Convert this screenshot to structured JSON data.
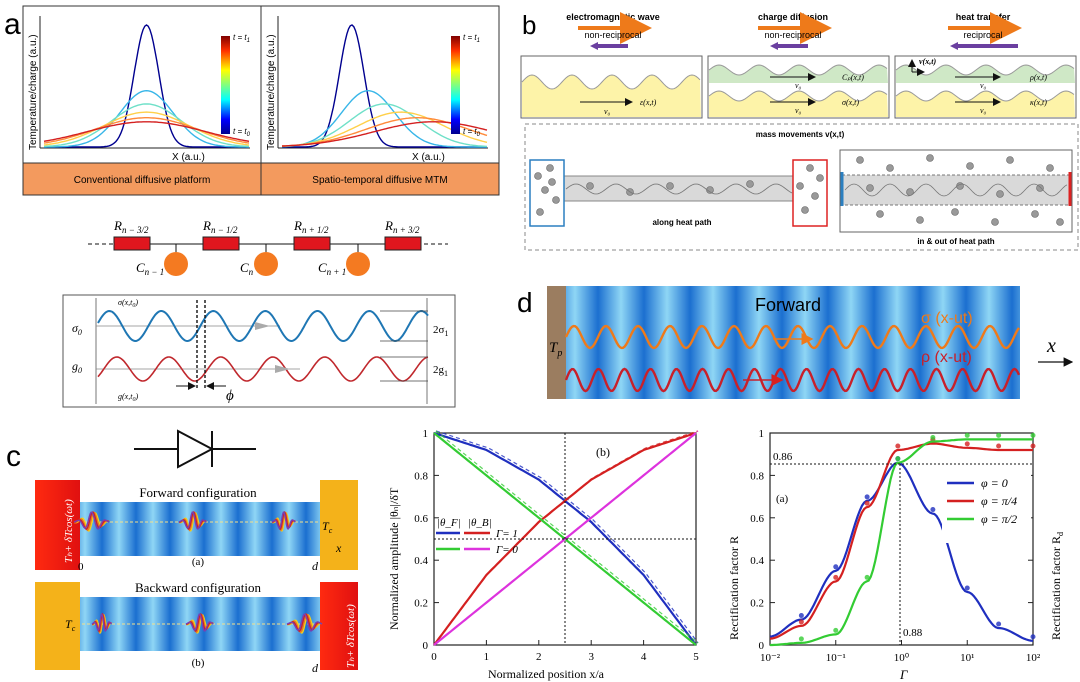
{
  "panel_letters": {
    "a": "a",
    "b": "b",
    "c": "c",
    "d": "d"
  },
  "panel_a": {
    "ylabel": "Temperature/charge (a.u.)",
    "xlabel": "X (a.u.)",
    "colorbar_top": "t = t",
    "colorbar_top_sub": "1",
    "colorbar_bottom": "t = t",
    "colorbar_bottom_sub": "0",
    "left_caption": "Conventional diffusive platform",
    "right_caption": "Spatio-temporal diffusive MTM",
    "circuit": {
      "resistors": [
        "R",
        "R",
        "R",
        "R"
      ],
      "resistor_subs": [
        "n − 3/2",
        "n − 1/2",
        "n + 1/2",
        "n + 3/2"
      ],
      "capacitors": [
        "C",
        "C",
        "C"
      ],
      "capacitor_subs": [
        "n − 1",
        "n",
        "n + 1"
      ]
    },
    "waves": {
      "sigma_top": "σ(x,t",
      "sigma_top_sub": "0",
      "sigma0": "σ",
      "sigma0_sub": "0",
      "g0": "g",
      "g0_sub": "0",
      "g_bottom": "g(x,t",
      "g_bottom_sub": "0",
      "two_sigma": "2σ",
      "two_sigma_sub": "1",
      "two_g": "2g",
      "two_g_sub": "1",
      "phi": "ϕ"
    }
  },
  "panel_b": {
    "headers": [
      "electromagnetic wave",
      "charge diffusion",
      "heat transfer"
    ],
    "subheaders": [
      "non-reciprocal",
      "non-reciprocal",
      "reciprocal"
    ],
    "box1": {
      "field": "ε(x,t)",
      "v": "v₀"
    },
    "box2": {
      "field_top": "Cₚ(x,t)",
      "field_bottom": "σ(x,t)",
      "v": "v₀"
    },
    "box3": {
      "vel": "v(x,t)",
      "field_top": "ρ(x,t)",
      "field_bottom": "κ(x,t)",
      "v": "v₀"
    },
    "mass_title": "mass movements v(x,t)",
    "along_label": "along heat path",
    "inout_label": "in & out of heat path"
  },
  "panel_d": {
    "tp": "T",
    "tp_sub": "p",
    "forward": "Forward",
    "sigma": "σ (x-ut)",
    "rho": "ρ (x-ut)",
    "x": "x"
  },
  "panel_c": {
    "forward_title": "Forward configuration",
    "backward_title": "Backward configuration",
    "sub_a": "(a)",
    "sub_b": "(b)",
    "left_source": "Tₕ+ δTcos(ωt)",
    "right_source": "Tₕ+ δTcos(ωt)",
    "tc": "T",
    "tc_sub": "c",
    "zero": "0",
    "d": "d",
    "x": "x"
  },
  "chart_middle": {
    "panel_label": "(b)",
    "ylabel": "Normalized amplitude  |θₙ|/δT",
    "xlabel": "Normalized position  x/a",
    "legend_theta_F": "|θ_F|",
    "legend_theta_B": "|θ_B|",
    "legend_gamma1": "Γ= 1",
    "legend_gamma0": "Γ= 0",
    "x_ticks": [
      "0",
      "1",
      "2",
      "3",
      "4",
      "5"
    ],
    "y_ticks": [
      "0",
      "0.2",
      "0.4",
      "0.6",
      "0.8",
      "1"
    ]
  },
  "chart_right": {
    "panel_label": "(a)",
    "ylabel_left": "Rectification factor R",
    "ylabel_right": "Rectification factor R",
    "ylabel_right_sub": "d",
    "xlabel": "Γ",
    "annot_086": "0.86",
    "annot_088": "0.88",
    "legend": [
      "φ = 0",
      "φ = π/4",
      "φ = π/2"
    ],
    "x_ticks": [
      "10⁻²",
      "10⁻¹",
      "10⁰",
      "10¹",
      "10²"
    ],
    "y_ticks": [
      "0",
      "0.2",
      "0.4",
      "0.6",
      "0.8",
      "1"
    ]
  },
  "chart_data": [
    {
      "type": "line",
      "title": "",
      "xlabel": "X (a.u.)",
      "ylabel": "Temperature/charge (a.u.)",
      "note": "Conventional diffusive platform: Gaussian spreading, peak stays centered"
    },
    {
      "type": "line",
      "title": "",
      "xlabel": "Normalized position x/a",
      "ylabel": "Normalized amplitude |θn|/δT",
      "xlim": [
        0,
        5
      ],
      "ylim": [
        0,
        1
      ],
      "series": [
        {
          "name": "|θF| Γ=1",
          "color": "#1f2fbf",
          "x": [
            0,
            1,
            2,
            3,
            4,
            5
          ],
          "y": [
            1.0,
            0.92,
            0.78,
            0.58,
            0.33,
            0.0
          ]
        },
        {
          "name": "|θB| Γ=1",
          "color": "#d42020",
          "x": [
            0,
            1,
            2,
            3,
            4,
            5
          ],
          "y": [
            0.0,
            0.33,
            0.58,
            0.78,
            0.92,
            1.0
          ]
        },
        {
          "name": "|θF| Γ=0",
          "color": "#33cc33",
          "x": [
            0,
            1,
            2,
            3,
            4,
            5
          ],
          "y": [
            1.0,
            0.8,
            0.6,
            0.4,
            0.2,
            0.0
          ]
        },
        {
          "name": "|θB| Γ=0",
          "color": "#dd33dd",
          "x": [
            0,
            1,
            2,
            3,
            4,
            5
          ],
          "y": [
            0.0,
            0.2,
            0.4,
            0.6,
            0.8,
            1.0
          ]
        }
      ]
    },
    {
      "type": "line",
      "title": "",
      "xlabel": "Γ",
      "ylabel": "Rectification factor R",
      "xscale": "log",
      "xlim": [
        0.01,
        100
      ],
      "ylim": [
        0,
        1
      ],
      "series": [
        {
          "name": "φ = 0",
          "color": "#1f2fbf",
          "x": [
            0.01,
            0.03,
            0.1,
            0.3,
            0.88,
            3,
            10,
            30,
            100
          ],
          "y": [
            0.04,
            0.12,
            0.35,
            0.68,
            0.86,
            0.62,
            0.25,
            0.08,
            0.02
          ]
        },
        {
          "name": "φ = π/4",
          "color": "#d42020",
          "x": [
            0.01,
            0.03,
            0.1,
            0.3,
            0.88,
            3,
            10,
            30,
            100
          ],
          "y": [
            0.03,
            0.09,
            0.3,
            0.65,
            0.92,
            0.95,
            0.93,
            0.92,
            0.92
          ]
        },
        {
          "name": "φ = π/2",
          "color": "#33cc33",
          "x": [
            0.01,
            0.03,
            0.1,
            0.3,
            0.88,
            3,
            10,
            30,
            100
          ],
          "y": [
            0.0,
            0.01,
            0.05,
            0.3,
            0.86,
            0.96,
            0.97,
            0.97,
            0.97
          ]
        }
      ]
    }
  ]
}
